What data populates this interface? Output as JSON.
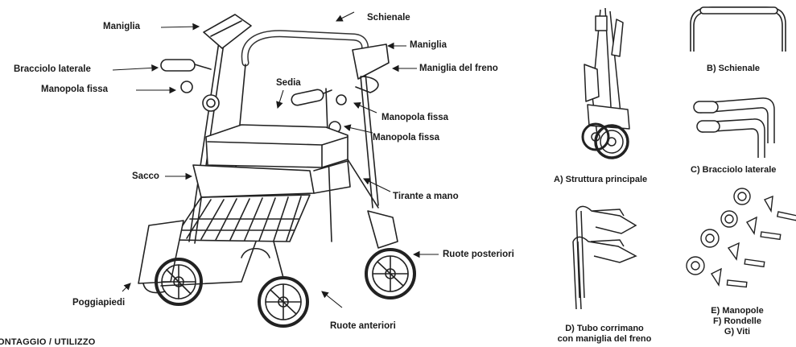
{
  "labels": {
    "maniglia_left": "Maniglia",
    "schienale": "Schienale",
    "maniglia_right": "Maniglia",
    "bracciolo": "Bracciolo laterale",
    "maniglia_freno": "Maniglia del freno",
    "manopola_left": "Manopola fissa",
    "sedia": "Sedia",
    "manopola_mid": "Manopola fissa",
    "manopola_low": "Manopola fissa",
    "sacco": "Sacco",
    "tirante": "Tirante a mano",
    "ruote_posteriori": "Ruote posteriori",
    "poggiapiedi": "Poggiapiedi",
    "ruote_anteriori": "Ruote anteriori"
  },
  "parts": {
    "a": "A) Struttura principale",
    "b": "B) Schienale",
    "c": "C) Bracciolo laterale",
    "d_line1": "D) Tubo corrimano",
    "d_line2": "con maniglia del freno",
    "e": "E) Manopole",
    "f": "F) Rondelle",
    "g": "G) Viti"
  },
  "footer": "ONTAGGIO / UTILIZZO"
}
